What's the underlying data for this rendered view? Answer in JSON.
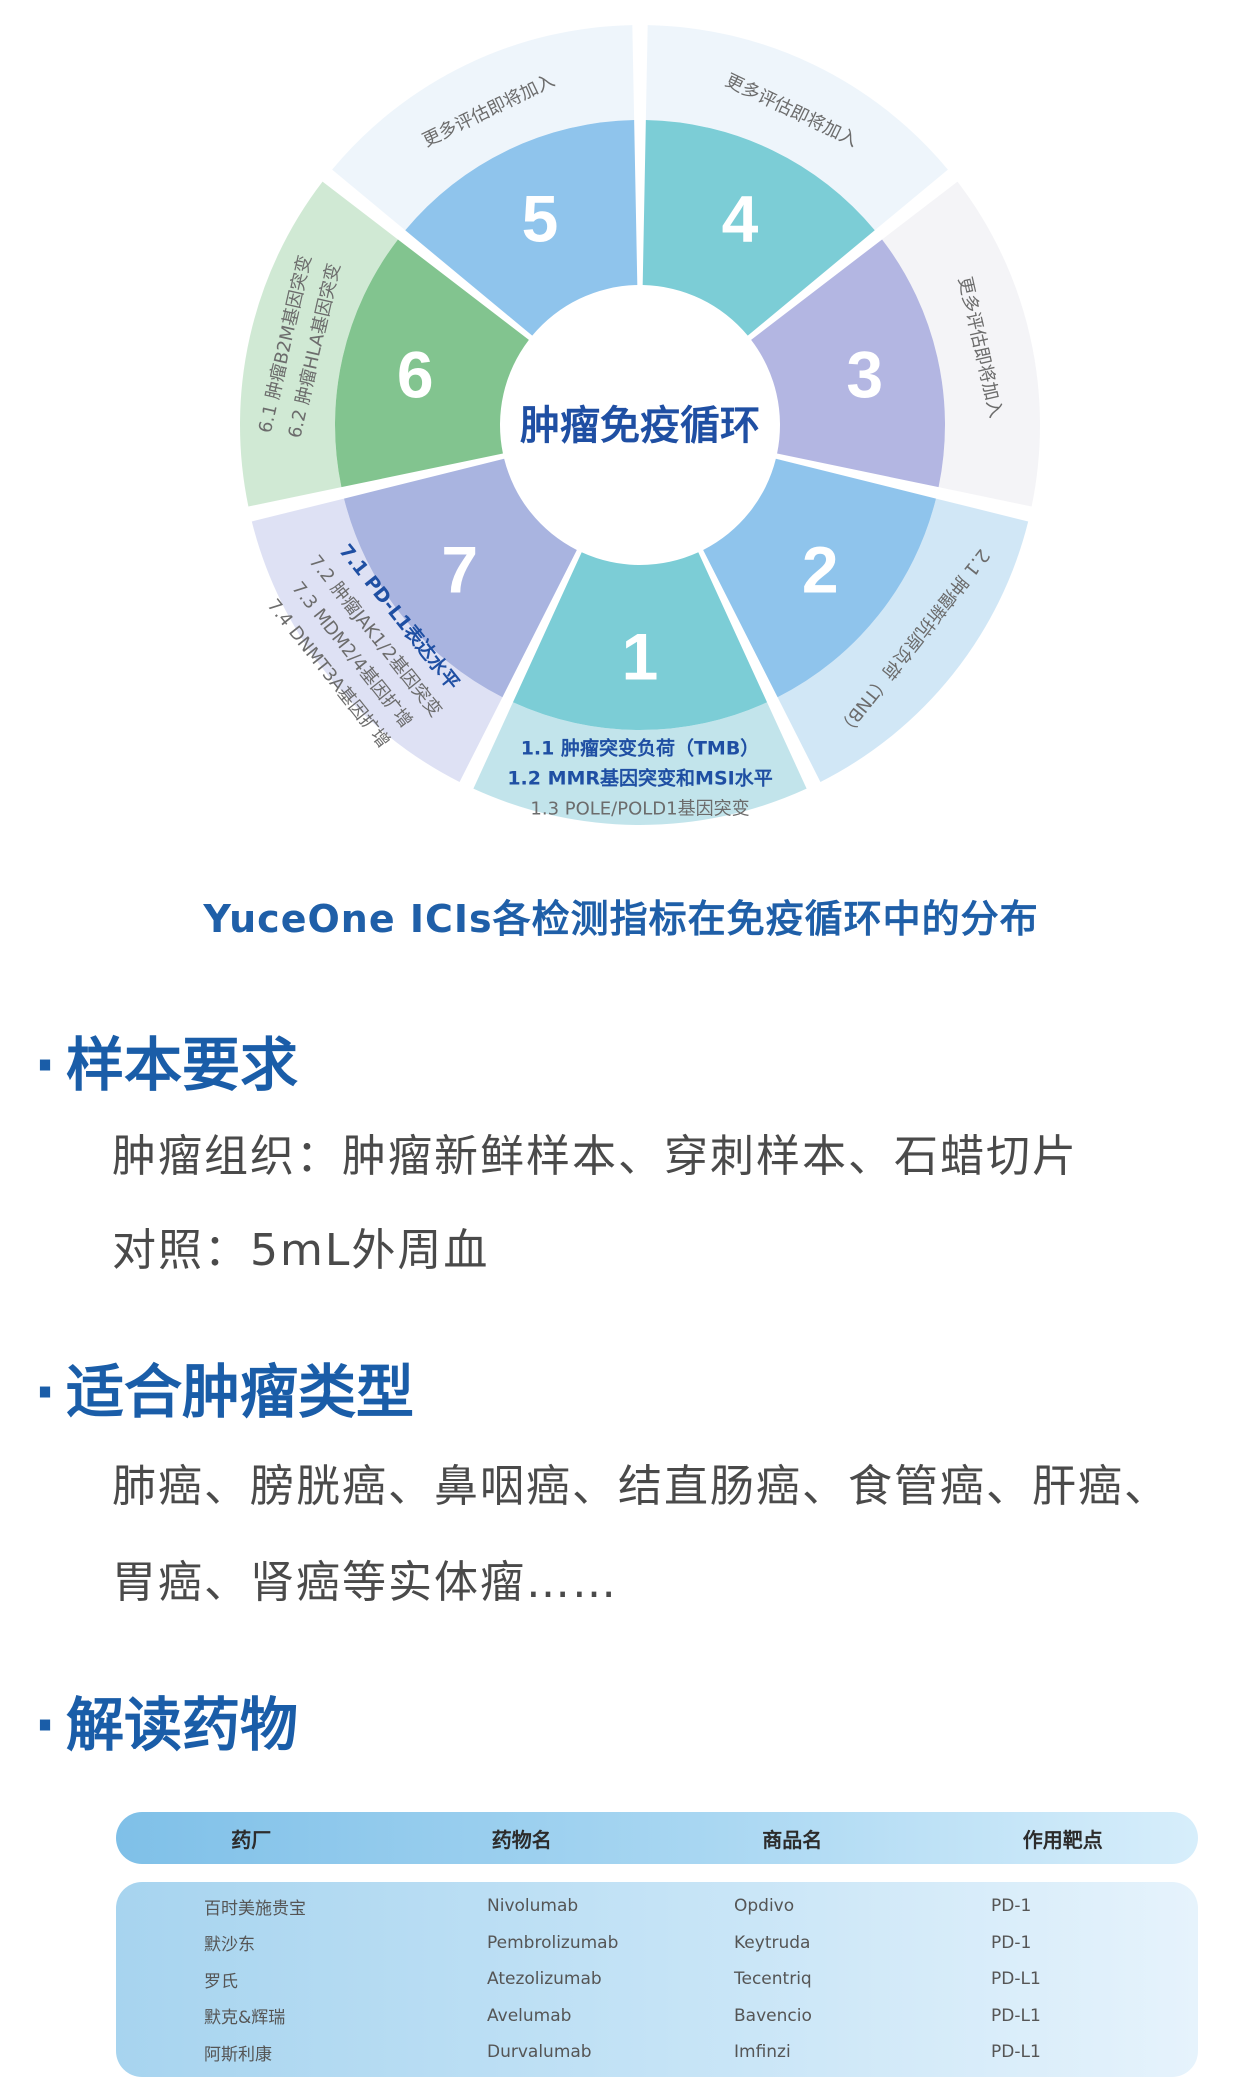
{
  "wheel": {
    "center": "肿瘤免疫循环",
    "segments": [
      {
        "num": "1",
        "color": "#7ccdd6"
      },
      {
        "num": "7",
        "color": "#a9b4e0"
      },
      {
        "num": "6",
        "color": "#82c48f"
      },
      {
        "num": "5",
        "color": "#8fc4ec"
      },
      {
        "num": "4",
        "color": "#7ccdd6"
      },
      {
        "num": "3",
        "color": "#b3b6e2"
      },
      {
        "num": "2",
        "color": "#8fc4ec"
      }
    ],
    "outer": [
      {
        "color": "#bfe3ea",
        "lines": [
          {
            "n": "1.1",
            "t": "肿瘤突变负荷（TMB）",
            "hl": true
          },
          {
            "n": "1.2",
            "t": "MMR基因突变和MSI水平",
            "hl": true
          },
          {
            "n": "1.3",
            "t": "POLE/POLD1基因突变",
            "hl": false
          }
        ]
      },
      {
        "color": "#dcdff3",
        "lines": [
          {
            "n": "7.1",
            "t": "PD-L1表达水平",
            "hl": true
          },
          {
            "n": "7.2",
            "t": "肿瘤JAK1/2基因突变",
            "hl": false
          },
          {
            "n": "7.3",
            "t": "MDM2/4基因扩增",
            "hl": false
          },
          {
            "n": "7.4",
            "t": "DNMT3A基因扩增",
            "hl": false
          }
        ]
      },
      {
        "color": "#cde8d2",
        "lines": [
          {
            "n": "6.1",
            "t": "肿瘤B2M基因突变",
            "hl": false
          },
          {
            "n": "6.2",
            "t": "肿瘤HLA基因突变",
            "hl": false
          }
        ]
      },
      {
        "color": "#edf4fb",
        "lines": [
          {
            "n": "",
            "t": "更多评估即将加入",
            "hl": false
          }
        ]
      },
      {
        "color": "#edf4fb",
        "lines": [
          {
            "n": "",
            "t": "更多评估即将加入",
            "hl": false
          }
        ]
      },
      {
        "color": "#f3f3f7",
        "lines": [
          {
            "n": "",
            "t": "更多评估即将加入",
            "hl": false
          }
        ]
      },
      {
        "color": "#cfe6f6",
        "lines": [
          {
            "n": "2.1",
            "t": "肿瘤新抗原负荷（TNB）",
            "hl": false
          }
        ]
      }
    ]
  },
  "caption": "YuceOne  ICIs各检测指标在免疫循环中的分布",
  "sample": {
    "title": "样本要求",
    "lines": [
      "肿瘤组织：肿瘤新鲜样本、穿刺样本、石蜡切片",
      "对照：5mL外周血"
    ]
  },
  "tumor": {
    "title": "适合肿瘤类型",
    "lines": [
      "肺癌、膀胱癌、鼻咽癌、结直肠癌、食管癌、肝癌、",
      "胃癌、肾癌等实体瘤……"
    ]
  },
  "drugs": {
    "title": "解读药物",
    "headers": [
      "药厂",
      "药物名",
      "商品名",
      "作用靶点"
    ],
    "rows": [
      [
        "百时美施贵宝",
        "Nivolumab",
        "Opdivo",
        "PD-1"
      ],
      [
        "默沙东",
        "Pembrolizumab",
        "Keytruda",
        "PD-1"
      ],
      [
        "罗氏",
        "Atezolizumab",
        "Tecentriq",
        "PD-L1"
      ],
      [
        "默克&辉瑞",
        "Avelumab",
        "Bavencio",
        "PD-L1"
      ],
      [
        "阿斯利康",
        "Durvalumab",
        "Imfinzi",
        "PD-L1"
      ]
    ]
  }
}
